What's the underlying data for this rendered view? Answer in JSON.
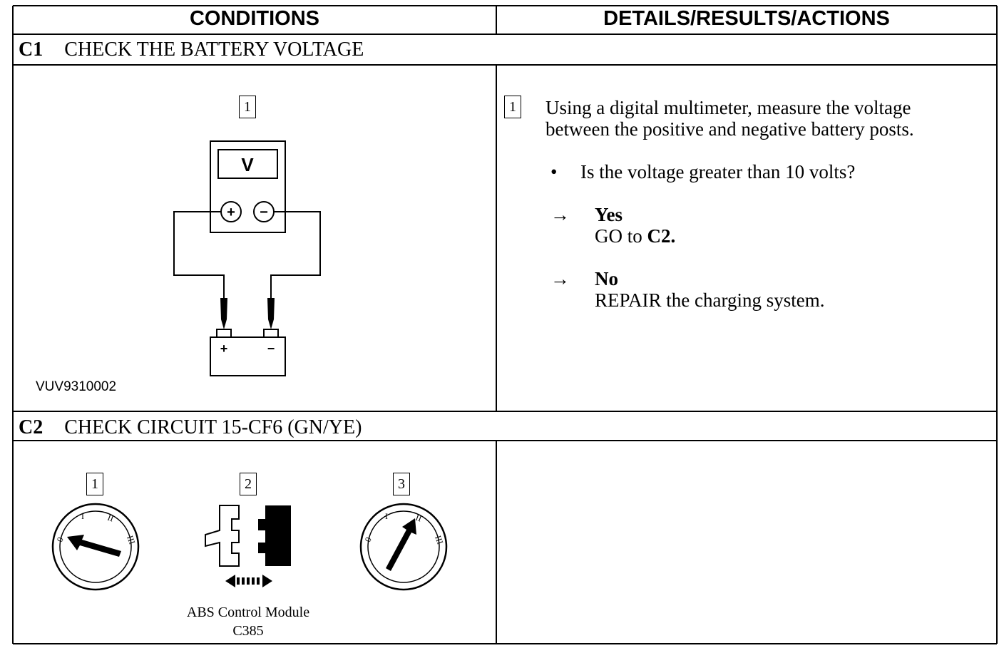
{
  "header": {
    "conditions": "CONDITIONS",
    "details": "DETAILS/RESULTS/ACTIONS"
  },
  "c1": {
    "code": "C1",
    "title": "CHECK THE BATTERY VOLTAGE",
    "figure": {
      "step": "1",
      "meter_label": "V",
      "plus": "+",
      "minus": "−",
      "ref": "VUV9310002"
    },
    "instructions": {
      "step": "1",
      "line1": "Using a digital multimeter, measure the voltage",
      "line2": "between the positive and negative battery posts.",
      "bullet": "•",
      "question": "Is the voltage greater than 10 volts?",
      "arrow": "→",
      "yes_label": "Yes",
      "yes_action_prefix": "GO to",
      "yes_action_target": "C2.",
      "no_label": "No",
      "no_action_prefix": "REPAIR",
      "no_action_rest": "the charging system."
    }
  },
  "c2": {
    "code": "C2",
    "title": "CHECK CIRCUIT 15-CF6 (GN/YE)",
    "figure": {
      "step1": "1",
      "step2": "2",
      "step3": "3",
      "module_label": "ABS Control Module",
      "connector": "C385",
      "switch_0": "0",
      "switch_1": "I",
      "switch_2": "II",
      "switch_3": "III"
    }
  }
}
